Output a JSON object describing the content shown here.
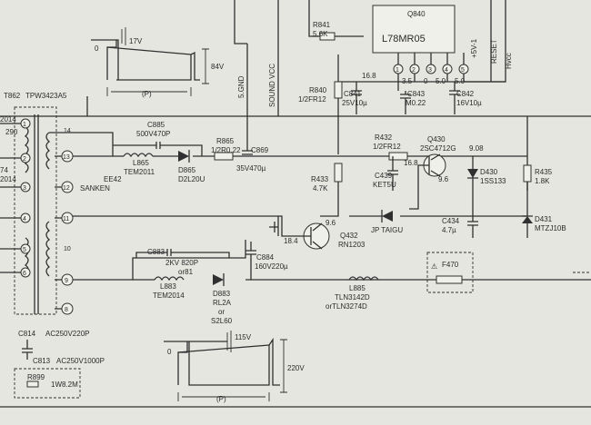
{
  "labels": {
    "q840": "Q840",
    "l78mr05": "L78MR05",
    "pins": [
      "1",
      "2",
      "3",
      "4",
      "5"
    ],
    "r841_name": "R841",
    "r841_val": "5.6K",
    "r840_name": "R840",
    "r840_val": "1/2FR12",
    "c841_name": "C841",
    "c841_val": "25V10µ",
    "c843_name": "C843",
    "c843_val": "M0.22",
    "c842_name": "C842",
    "c842_val": "16V10µ",
    "v16_8a": "16.8",
    "v3_5": "3.5",
    "v0_5": "0",
    "v5_0": "5.0",
    "v5_0b": "5.0",
    "plus5v": "+5V-1",
    "reset": "RESET",
    "hvcc": "Hvcc",
    "gnd_5": "5.GND",
    "sound_vcc": "SOUND VCC",
    "t862": "T862",
    "tpw": "TPW3423A5",
    "n2014a": "2014",
    "n290": "290",
    "n74": "74",
    "n2014b": "2014",
    "pins_t": [
      "1",
      "2",
      "3",
      "4",
      "5",
      "6",
      "14",
      "13",
      "12",
      "11",
      "10",
      "9",
      "8"
    ],
    "c885_name": "C885",
    "c885_val": "500V470P",
    "l865_name": "L865",
    "l865_val": "TEM2011",
    "d865_name": "D865",
    "d865_val": "D2L20U",
    "r865_name": "R865",
    "r865_val": "1/2R0.22",
    "c869_name": "C869",
    "c869_val": "35V470µ",
    "ee42": "EE42",
    "sanken": "SANKEN",
    "r432_name": "R432",
    "r432_val": "1/2FR12",
    "q430_name": "Q430",
    "q430_val": "2SC4712G",
    "v9_08": "9.08",
    "v16_8b": "16.8",
    "c439_name": "C439",
    "c439_val": "KET5U",
    "d430_name": "D430",
    "d430_val": "1SS133",
    "r435_name": "R435",
    "r435_val": "1.8K",
    "v9_6a": "9.6",
    "r433_name": "R433",
    "r433_val": "4.7K",
    "v9_6b": "9.6",
    "jp": "JP TAIGU",
    "c434_name": "C434",
    "c434_val": "4.7µ",
    "d431_name": "D431",
    "d431_val": "MTZJ10B",
    "v18_4": "18.4",
    "q432_name": "Q432",
    "q432_val": "RN1203",
    "c884_name": "C884",
    "c884_val": "160V220µ",
    "c883_name": "C883",
    "c883_val1": "2KV 820P",
    "c883_val2": "or81",
    "l883_name": "L883",
    "l883_val": "TEM2014",
    "d883_name": "D883",
    "d883_val1": "RL2A",
    "d883_or": "or",
    "d883_val2": "S2L60",
    "l885_name": "L885",
    "l885_val1": "TLN3142D",
    "l885_val2": "orTLN3274D",
    "f470_name": "F470",
    "c814_name": "C814",
    "c814_val": "AC250V220P",
    "c813_name": "C813",
    "c813_val": "AC250V1000P",
    "r899": "R899",
    "r899_val": "1W8.2M",
    "wf1_top": "17V",
    "wf1_zero": "0",
    "wf1_amp": "84V",
    "wf1_p": "(P)",
    "wf2_top": "115V",
    "wf2_zero": "0",
    "wf2_amp": "220V",
    "wf2_p": "(P)",
    "warn": "⚠"
  }
}
